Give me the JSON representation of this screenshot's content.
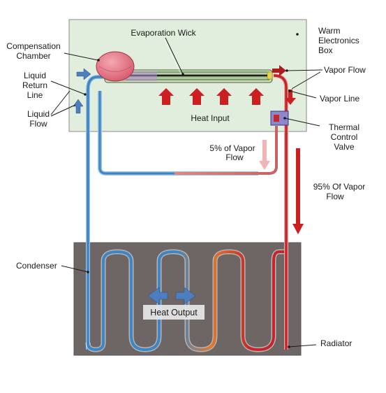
{
  "labels": {
    "warm_box": [
      "Warm",
      "Electronics",
      "Box"
    ],
    "compensation": [
      "Compensation",
      "Chamber"
    ],
    "evaporation_wick": "Evaporation Wick",
    "liquid_return": [
      "Liquid",
      "Return",
      "Line"
    ],
    "liquid_flow": [
      "Liquid",
      "Flow"
    ],
    "vapor_flow": "Vapor Flow",
    "vapor_line": "Vapor Line",
    "heat_input": "Heat Input",
    "thermal_valve": [
      "Thermal",
      "Control",
      "Valve"
    ],
    "five_pct": [
      "5% of Vapor",
      "Flow"
    ],
    "ninety_five_pct": [
      "95% Of Vapor",
      "Flow"
    ],
    "condenser": "Condenser",
    "heat_output": "Heat Output",
    "radiator": "Radiator"
  },
  "colors": {
    "box_fill": "#e2eedd",
    "radiator_fill": "#6e6665",
    "liquid": "#3d86c6",
    "vapor": "#c5262c",
    "warm_mid": "#e07a2a",
    "arrow_red": "#cc1f1f",
    "arrow_blue": "#4d7fc0",
    "chamber": "#e07080"
  }
}
